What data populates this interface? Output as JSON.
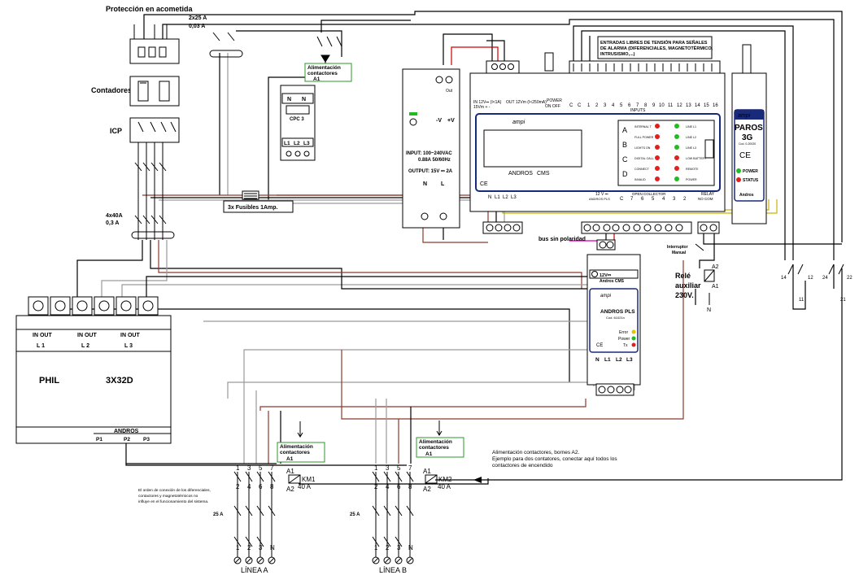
{
  "labels": {
    "proteccion": "Protección en acometida",
    "contadores": "Contadores",
    "icp": "ICP",
    "breaker_top_1": "2x25 A",
    "breaker_top_2": "0,03 A",
    "breaker_main_1": "4x40A",
    "breaker_main_2": "0,3 A",
    "fusibles": "3x Fusibles 1Amp.",
    "alim_top": [
      "Alimentación",
      "contactores",
      "A1"
    ],
    "alim_km1": [
      "Alimentación",
      "contactores",
      "A1"
    ],
    "alim_km2": [
      "Alimentación",
      "contactores",
      "A1"
    ],
    "note_right": [
      "Alimentación contactores, bornes A2.",
      "Ejemplo para dos contatores, conectar aquí todos los",
      "contactores de encendido"
    ],
    "note_left": [
      "El orden de conexión de los diferenciales,",
      "contactores y magnetotérmicos no",
      "influye en el funcionamiento del sistema."
    ],
    "bus": "bus sin polaridad",
    "interruptor": [
      "Interruptor",
      "Manual"
    ],
    "rele": [
      "Relé",
      "auxiliar",
      "230V."
    ],
    "entradas": [
      "ENTRADAS LIBRES DE TENSIÓN PARA SEÑALES",
      "DE ALARMA (DIFERENCIALES, MAGNETOTÉRMICO,",
      "INTRUSISMO,...)"
    ]
  },
  "cpc": {
    "name": "CPC 3",
    "terms_top": [
      "N",
      "N"
    ],
    "terms_bottom": [
      "L1",
      "L2",
      "L3"
    ]
  },
  "psu": {
    "label_out": "Out",
    "out_pins": [
      "-V",
      "+V"
    ],
    "input": "INPUT: 100~240VAC",
    "input2": "0.88A  50/60Hz",
    "output": "OUTPUT: 15V ⎓ 2A",
    "terms": [
      "N",
      "L"
    ]
  },
  "andros_cms": {
    "brand": "ampi",
    "name": "ANDROS",
    "sub": "CMS",
    "in_label": "IN 12V⎓ (I<1A)",
    "in_label2": "15Vm   +   -",
    "out_label": "OUT 12Vm (I<250mA)",
    "power_label": "POWER",
    "power_sub": "ON   OFF",
    "inputs_header": "INPUTS",
    "inputs": [
      "C",
      "C",
      "1",
      "2",
      "3",
      "4",
      "5",
      "6",
      "7",
      "8",
      "9",
      "10",
      "11",
      "12",
      "13",
      "14",
      "15",
      "16"
    ],
    "letters": [
      "A",
      "B",
      "C",
      "D"
    ],
    "leds_left": [
      "INTERNAL T",
      "FULL POWER",
      "LIGHTS ON",
      "DIGITAL CALL",
      "CONNECT",
      "INVALID"
    ],
    "leds_right": [
      "LINE L1",
      "LINE L2",
      "LINE L3",
      "LOW BATTERY",
      "REMOTE",
      "POWER"
    ],
    "bottom": [
      "N",
      "L1",
      "L2",
      "L3"
    ],
    "power12": "12 V ⎓",
    "andros_pls": "ANDROS PLS",
    "open_collector": "OPEN COLLECTOR",
    "oc_pins": [
      "C",
      "7",
      "6",
      "5",
      "4",
      "3",
      "2"
    ],
    "relay": "RELAY",
    "relay_pins": "NO COM",
    "ce": "CE"
  },
  "paros": {
    "brand": "ampi",
    "name": "PAROS",
    "sub": "3G",
    "cod": "Cod. 0-20020",
    "ce": "CE",
    "power": "POWER",
    "status": "STATUS",
    "andros": "Andros"
  },
  "pls": {
    "top": "12V⎓",
    "top2": "Andros CMS",
    "brand": "ampi",
    "name": "ANDROS PLS",
    "cod": "Cod. 61021n",
    "error": "Error",
    "powerl": "Power",
    "tx": "Tx",
    "ce": "CE",
    "terms": [
      "N",
      "L1",
      "L2",
      "L3"
    ]
  },
  "phil": {
    "name": "PHIL",
    "model": "3X32D",
    "in_out": [
      "IN  OUT",
      "IN  OUT",
      "IN  OUT"
    ],
    "lines": [
      "L 1",
      "L 2",
      "L 3"
    ],
    "andros": "ANDROS",
    "pins": [
      "P1",
      "P2",
      "P3"
    ]
  },
  "km1": {
    "name": "KM1",
    "rating": "40 A",
    "a1": "A1",
    "a2": "A2",
    "pins_top": [
      "1",
      "3",
      "5",
      "7"
    ],
    "pins_bot": [
      "2",
      "4",
      "6",
      "8"
    ],
    "breaker": "25 A",
    "out": [
      "1",
      "2",
      "3",
      "N"
    ],
    "line": "LÍNEA A"
  },
  "km2": {
    "name": "KM2",
    "rating": "40 A",
    "a1": "A1",
    "a2": "A2",
    "pins_top": [
      "1",
      "3",
      "5",
      "7"
    ],
    "pins_bot": [
      "2",
      "4",
      "6",
      "8"
    ],
    "breaker": "25 A",
    "out": [
      "1",
      "2",
      "3",
      "N"
    ],
    "line": "LÍNEA B"
  },
  "relay_aux": {
    "a1": "A1",
    "a2": "A2",
    "n": "N"
  },
  "right_contacts": {
    "c1": [
      "14",
      "12",
      "11"
    ],
    "c2": [
      "24",
      "22",
      "21"
    ]
  },
  "colors": {
    "wire_black": "#000000",
    "wire_brown": "#8B3A2A",
    "wire_grey": "#9a9a9a",
    "wire_yellow": "#c8b400",
    "wire_red": "#cc0000",
    "green_box": "#2a9a2a",
    "led_red": "#e02020",
    "led_green": "#22bb22",
    "led_yellow": "#e8c000",
    "navy": "#1a2a7a",
    "pink": "#e020c0"
  }
}
